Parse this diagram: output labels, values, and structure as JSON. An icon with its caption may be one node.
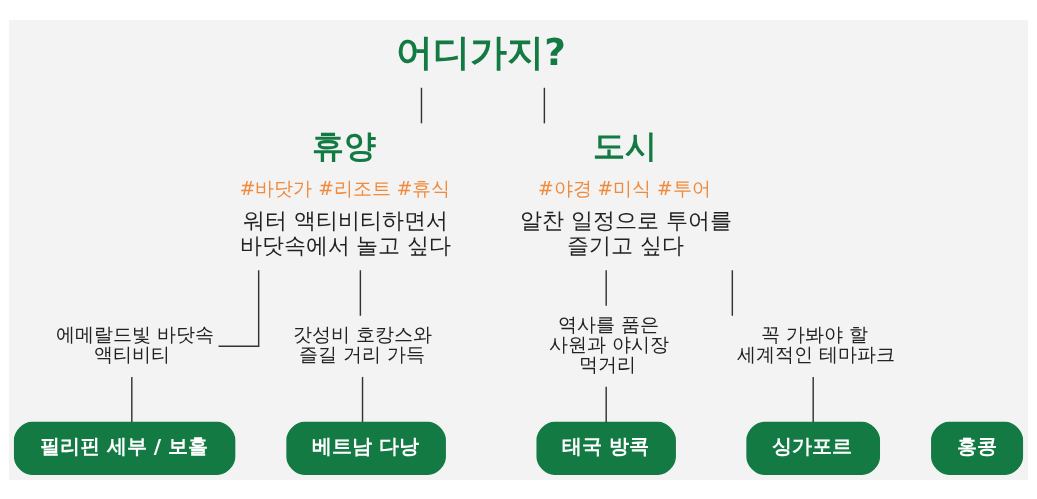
{
  "diagram": {
    "nodes": [
      {
        "text": [
          "어디가지?"
        ]
      },
      {
        "text": [
          "휴양",
          "#바닷가 #리조트 #휴식",
          "워터 액티비티하면서 바닷속에서 놀고 싶다"
        ]
      },
      {
        "text": [
          "도시",
          "#야경 #미식 #투어",
          "알찬 일정으로 투어를 즐기고 싶다"
        ]
      },
      {
        "text": [
          "에메랄드빛 바닷속 액티비티"
        ]
      },
      {
        "text": [
          "갓성비 호캉스와 즐길 거리 가득"
        ]
      },
      {
        "text": [
          "역사를 품은 사원과 야시장 먹거리"
        ]
      },
      {
        "text": [
          "꼭 가봐야 할 세계적인 테마파크"
        ]
      },
      {
        "text": [
          "필리핀 세부 / 보홀"
        ]
      },
      {
        "text": [
          "베트남 다낭"
        ]
      },
      {
        "text": [
          "태국 방콕"
        ]
      },
      {
        "text": [
          "싱가포르"
        ]
      },
      {
        "text": [
          "홍콩"
        ]
      }
    ],
    "edges": [
      {
        "from": 0,
        "to": 1,
        "arrow": "none"
      },
      {
        "from": 0,
        "to": 2,
        "arrow": "none"
      },
      {
        "from": 1,
        "to": 3,
        "arrow": "none"
      },
      {
        "from": 1,
        "to": 4,
        "arrow": "none"
      },
      {
        "from": 2,
        "to": 5,
        "arrow": "none"
      },
      {
        "from": 2,
        "to": 6,
        "arrow": "none"
      },
      {
        "from": 3,
        "to": 7,
        "arrow": "none"
      },
      {
        "from": 4,
        "to": 8,
        "arrow": "none"
      },
      {
        "from": 5,
        "to": 9,
        "arrow": "none"
      },
      {
        "from": 6,
        "to": 10,
        "arrow": "none"
      }
    ]
  }
}
